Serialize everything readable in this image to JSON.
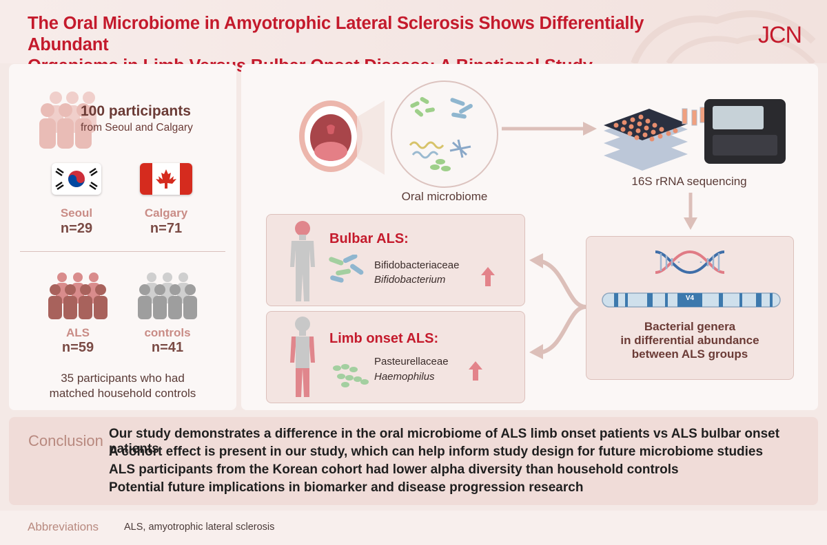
{
  "header": {
    "title_line1": "The Oral Microbiome in Amyotrophic Lateral Sclerosis Shows Differentially Abundant",
    "title_line2": "Organisms in Limb Versus Bulbar Onset Disease: A Binational Study",
    "logo": "JCN"
  },
  "participants": {
    "total": "100 participants",
    "source": "from Seoul and Calgary",
    "sites": [
      {
        "name": "Seoul",
        "n": "n=29"
      },
      {
        "name": "Calgary",
        "n": "n=71"
      }
    ],
    "groups": [
      {
        "name": "ALS",
        "n": "n=59"
      },
      {
        "name": "controls",
        "n": "n=41"
      }
    ],
    "matched_line1": "35 participants who had",
    "matched_line2": "matched household controls"
  },
  "workflow": {
    "oral_label": "Oral microbiome",
    "seq_label": "16S rRNA sequencing",
    "region_label": "V4",
    "genera_line1": "Bacterial genera",
    "genera_line2": "in differential abundance",
    "genera_line3": "between ALS groups"
  },
  "results": {
    "bulbar": {
      "title": "Bulbar ALS:",
      "family": "Bifidobacteriaceae",
      "genus": "Bifidobacterium"
    },
    "limb": {
      "title": "Limb onset ALS:",
      "family": "Pasteurellaceae",
      "genus": "Haemophilus"
    }
  },
  "conclusion": {
    "heading": "Conclusion",
    "lines": [
      "Our study demonstrates a difference in the oral microbiome of ALS limb onset patients vs ALS bulbar onset patients",
      "A cohort effect is present in our study, which can help inform study design for future microbiome studies",
      "ALS participants from the Korean cohort had lower alpha diversity than household controls",
      "Potential future implications in biomarker and disease progression research"
    ]
  },
  "abbreviations": {
    "heading": "Abbreviations",
    "text": "ALS, amyotrophic lateral sclerosis"
  },
  "colors": {
    "title_red": "#c41a2c",
    "label_rose": "#c98c86",
    "number_brown": "#7a4a44",
    "conclusion_tan": "#b8897f"
  }
}
